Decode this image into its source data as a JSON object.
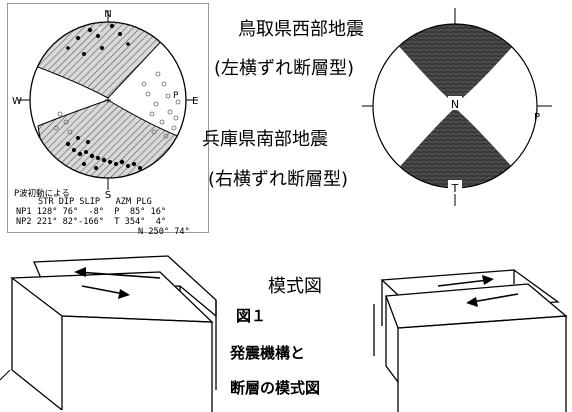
{
  "left_plot": {
    "north": "N",
    "south": "S",
    "west": "W",
    "east": "E",
    "p_label": "P",
    "t_label": "T",
    "caption": "P波初動による",
    "table_header": "STR DIP SLIP   AZM PLG",
    "np1": "NP1 128° 76°  -8°  P  85° 16°",
    "np2": "NP2 221° 82°-166°  T 354°  4°",
    "n_row": "N 250° 74°"
  },
  "right_plot": {
    "n_label": "N",
    "p_label": "P",
    "t_label": "T"
  },
  "labels": {
    "tottori_title": "鳥取県西部地震",
    "tottori_type": "(左横ずれ断層型)",
    "hyogo_title": "兵庫県南部地震",
    "hyogo_type": "(右横ずれ断層型)",
    "schematic": "模式図",
    "figure_number": "図１",
    "caption_line1": "発震機構と",
    "caption_line2": "断層の模式図"
  },
  "colors": {
    "dark_fill": "#3a3a3a",
    "hatch": "#555555"
  }
}
